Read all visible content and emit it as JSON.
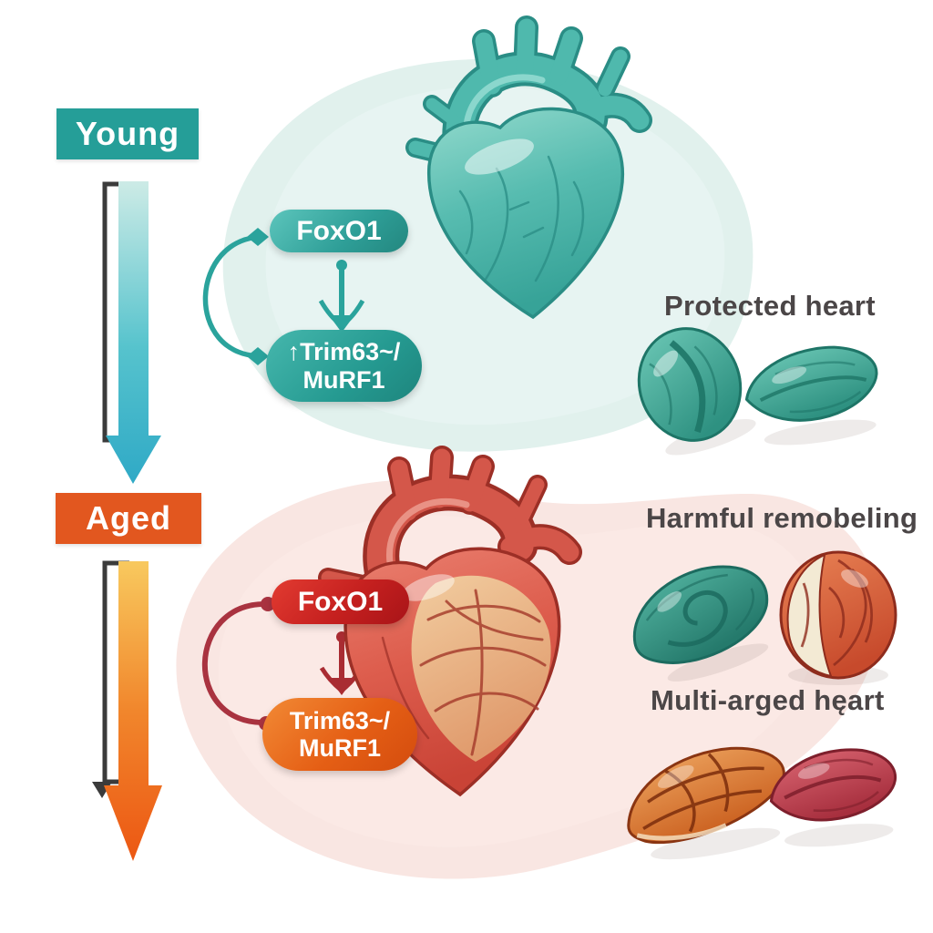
{
  "young": {
    "label": "Young",
    "pathway": {
      "foxo1": "FoxO1",
      "trim_line1": "↑Trim63~/",
      "trim_line2": "MuRF1"
    },
    "caption": "Protected heart"
  },
  "aged": {
    "label": "Aged",
    "pathway": {
      "foxo1": "FoxO1",
      "trim_line1": "Trim63~/",
      "trim_line2": "MuRF1"
    },
    "caption_remodeling": "Harmful remobeling",
    "caption_heart": "Multi-arged hęart"
  },
  "colors": {
    "young_label_bg": "#259e98",
    "aged_label_bg": "#e2571f",
    "young_pill": "#2e9e97",
    "aged_foxo1_pill": "#c5201f",
    "aged_trim_pill": "#e55f15",
    "caption_text": "#4b4647",
    "young_arrow_top": "#cdebe6",
    "young_arrow_bottom": "#2fa9c6",
    "aged_arrow_top": "#f8c95e",
    "aged_arrow_bottom": "#ec5713",
    "feedback_arc_young": "#2aa39c",
    "feedback_arc_aged": "#a93340",
    "bracket": "#3b3b3b"
  }
}
